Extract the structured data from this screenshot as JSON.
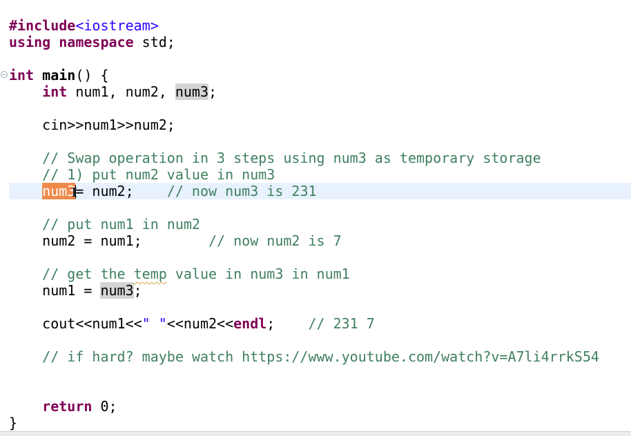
{
  "code": {
    "l1_directive": "#include",
    "l1_header": "<iostream>",
    "l2_using": "using",
    "l2_namespace": "namespace",
    "l2_rest": " std;",
    "l4_int": "int",
    "l4_main": "main",
    "l4_rest": "() {",
    "l5_indent": "    ",
    "l5_int": "int",
    "l5_vars": " num1, num2, ",
    "l5_num3": "num3",
    "l5_end": ";",
    "l7": "    cin>>num1>>num2;",
    "l9": "    // Swap operation in 3 steps using num3 as temporary storage",
    "l10": "    // 1) put num2 value in num3",
    "l11_indent": "    ",
    "l11_sel": "num3",
    "l11_rest": "= num2;    ",
    "l11_comment": "// now num3 is 231",
    "l13": "    // put num1 in num2",
    "l14_code": "    num2 = num1;        ",
    "l14_comment": "// now num2 is 7",
    "l16_pre": "    // get ",
    "l16_the": "the",
    "l16_mid": " ",
    "l16_temp": "temp",
    "l16_post": " value in num3 in num1",
    "l17_pre": "    num1 = ",
    "l17_num3": "num3",
    "l17_end": ";",
    "l19_pre": "    cout<<num1<<",
    "l19_str": "\" \"",
    "l19_mid": "<<num2<<",
    "l19_endl": "endl",
    "l19_semi": ";    ",
    "l19_comment": "// 231 7",
    "l21": "    // if hard? maybe watch https://www.youtube.com/watch?v=A7li4rrkS54",
    "l24_indent": "    ",
    "l24_return": "return",
    "l24_rest": " 0;",
    "l25": "}"
  },
  "gutter": {
    "fold_icon": "fold-collapse-icon",
    "fold_glyph": "−"
  },
  "colors": {
    "keyword": "#7f0055",
    "comment": "#3f7f5f",
    "string": "#2a00ff",
    "current_line": "#e8f2fe",
    "selection": "#f08a4b",
    "occurrence": "#d4d4d4"
  }
}
